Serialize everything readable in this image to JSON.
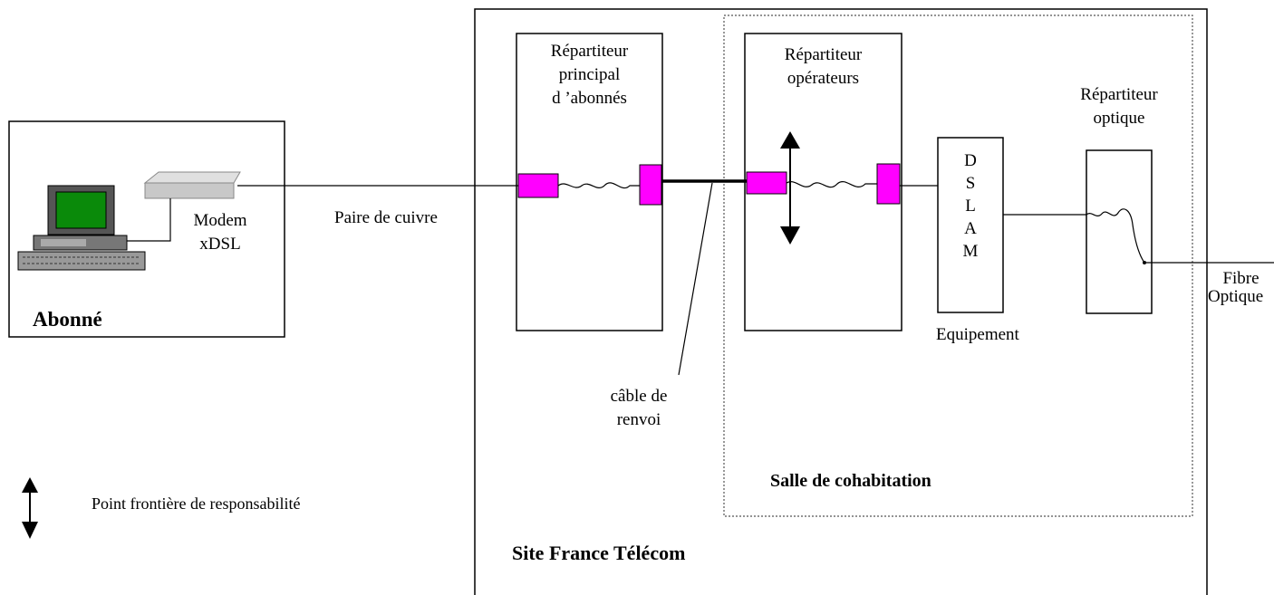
{
  "abonne": {
    "title": "Abonné",
    "modem_line1": "Modem",
    "modem_line2": "xDSL"
  },
  "link": {
    "copper_pair": "Paire de cuivre"
  },
  "site": {
    "title": "Site France Télécom"
  },
  "repartiteur_principal": {
    "line1": "Répartiteur",
    "line2": "principal",
    "line3": "d ’abonnés"
  },
  "renvoi": {
    "line1": "câble de",
    "line2": "renvoi"
  },
  "salle": {
    "title": "Salle de cohabitation"
  },
  "repartiteur_operateurs": {
    "line1": "Répartiteur",
    "line2": "opérateurs"
  },
  "dslam": {
    "letters": [
      "D",
      "S",
      "L",
      "A",
      "M"
    ],
    "caption": "Equipement"
  },
  "repartiteur_optique": {
    "line1": "Répartiteur",
    "line2": "optique"
  },
  "fibre": {
    "line1": "Fibre",
    "line2": "Optique"
  },
  "legend": {
    "text": "Point frontière de responsabilité"
  },
  "colors": {
    "connector": "#ff00ff",
    "monitor_screen": "#0a8a0a",
    "modem": "#c8c8c8"
  }
}
